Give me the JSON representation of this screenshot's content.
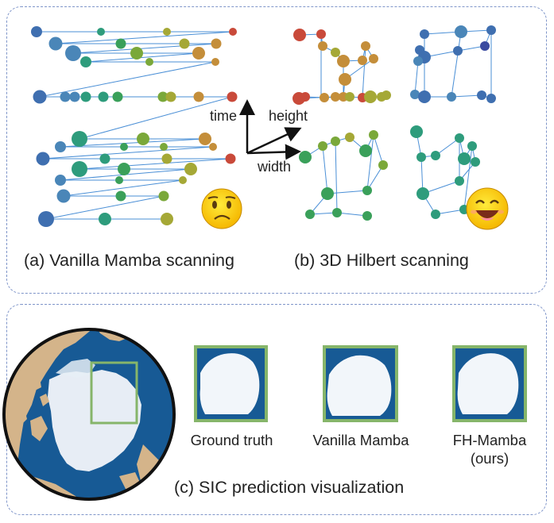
{
  "captions": {
    "vanilla": "(a) Vanilla Mamba scanning",
    "hilbert": "(b) 3D Hilbert scanning",
    "sic": "(c) SIC prediction visualization"
  },
  "axes": {
    "time": "time",
    "height": "height",
    "width": "width"
  },
  "panels": {
    "ground_truth": "Ground truth",
    "vanilla_mamba": "Vanilla Mamba",
    "fh_mamba": "FH-Mamba",
    "ours": "(ours)"
  },
  "icons": {
    "sad_face": "sad-face-icon",
    "happy_face": "happy-face-icon"
  },
  "colors": {
    "line": "#4a8fd6",
    "panel_border": "#7f95c9",
    "ocean": "#175a95",
    "land": "#d4b48a",
    "ice": "#f2f6fa",
    "frame": "#86b56a"
  }
}
